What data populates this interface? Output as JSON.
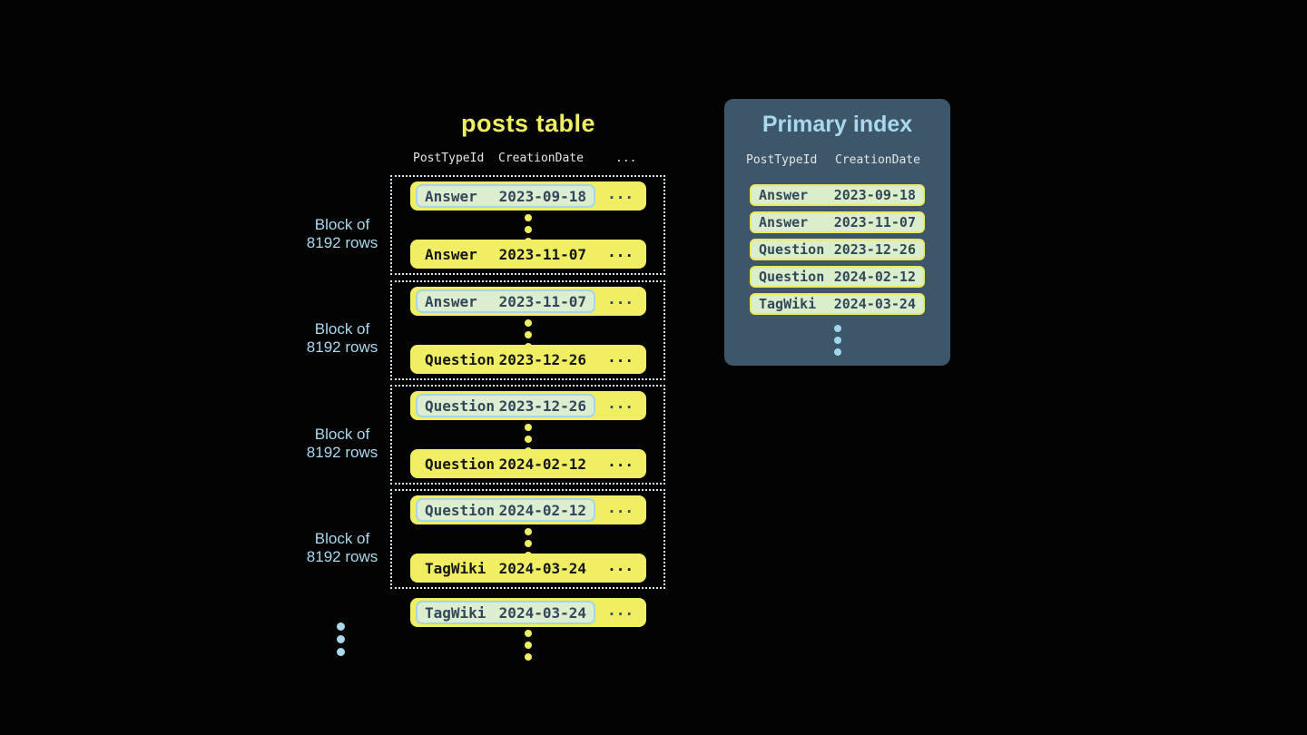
{
  "table": {
    "title": "posts table",
    "headers": [
      "PostTypeId",
      "CreationDate",
      "..."
    ],
    "ellipsis_cell": "...",
    "blocks": [
      {
        "label": [
          "Block of",
          "8192 rows"
        ],
        "first": {
          "post_type": "Answer",
          "creation_date": "2023-09-18"
        },
        "last": {
          "post_type": "Answer",
          "creation_date": "2023-11-07"
        }
      },
      {
        "label": [
          "Block of",
          "8192 rows"
        ],
        "first": {
          "post_type": "Answer",
          "creation_date": "2023-11-07"
        },
        "last": {
          "post_type": "Question",
          "creation_date": "2023-12-26"
        }
      },
      {
        "label": [
          "Block of",
          "8192 rows"
        ],
        "first": {
          "post_type": "Question",
          "creation_date": "2023-12-26"
        },
        "last": {
          "post_type": "Question",
          "creation_date": "2024-02-12"
        }
      },
      {
        "label": [
          "Block of",
          "8192 rows"
        ],
        "first": {
          "post_type": "Question",
          "creation_date": "2024-02-12"
        },
        "last": {
          "post_type": "TagWiki",
          "creation_date": "2024-03-24"
        }
      }
    ],
    "next_block_first_row": {
      "post_type": "TagWiki",
      "creation_date": "2024-03-24"
    }
  },
  "index_panel": {
    "title": "Primary index",
    "headers": [
      "PostTypeId",
      "CreationDate"
    ],
    "rows": [
      {
        "post_type": "Answer",
        "creation_date": "2023-09-18"
      },
      {
        "post_type": "Answer",
        "creation_date": "2023-11-07"
      },
      {
        "post_type": "Question",
        "creation_date": "2023-12-26"
      },
      {
        "post_type": "Question",
        "creation_date": "2024-02-12"
      },
      {
        "post_type": "TagWiki",
        "creation_date": "2024-03-24"
      }
    ]
  },
  "colors": {
    "yellow": "#f0ee63",
    "hl-green": "#dcedd0",
    "hl-blue": "#a5d6e8",
    "panel-bg": "#3e5669",
    "pill-green": "#dbeecb",
    "pill-border": "#ece95f",
    "light-blue": "#a9d9ef",
    "dot-blue": "#9fd7f0",
    "dark-navy": "#33475c",
    "bg": "#030304"
  }
}
